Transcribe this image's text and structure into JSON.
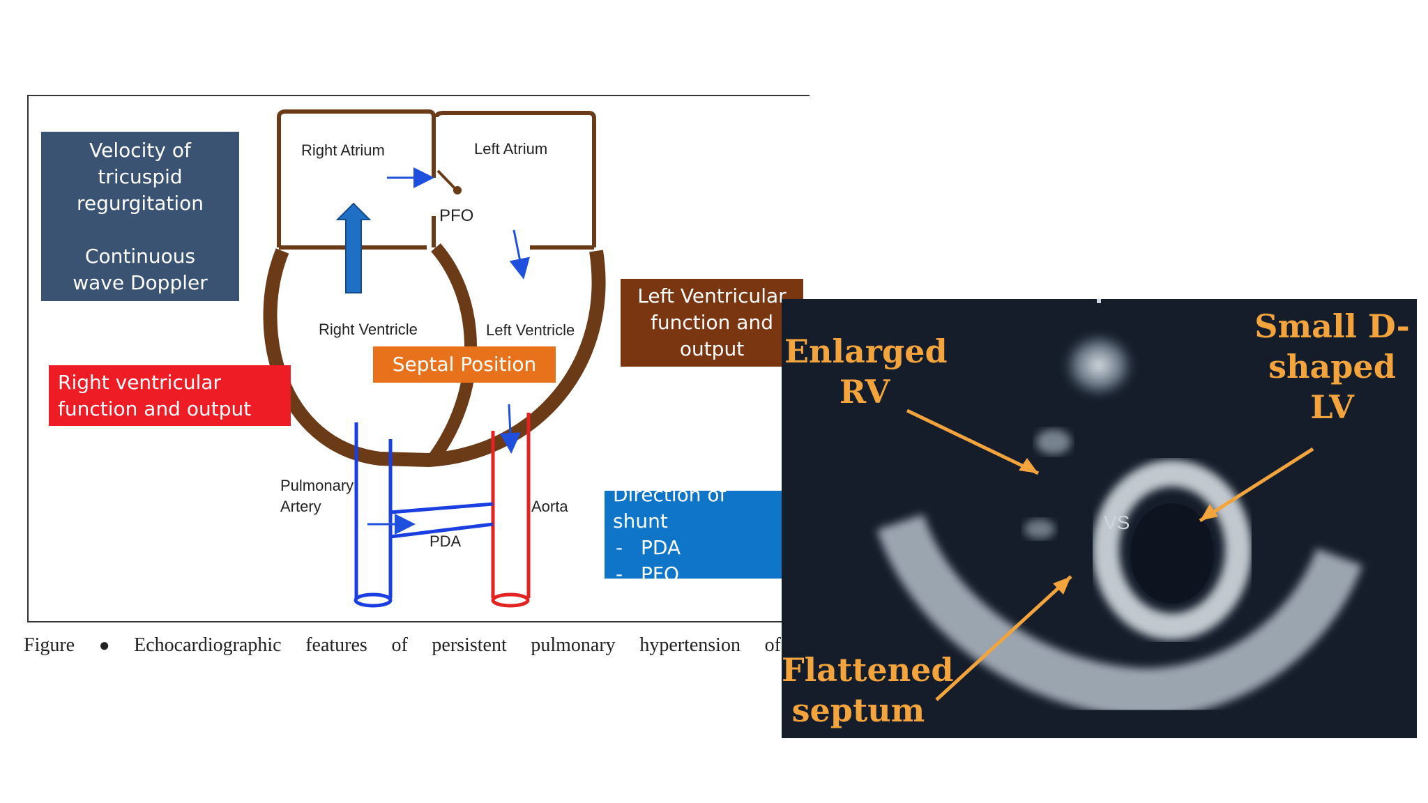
{
  "diagram": {
    "boxes": {
      "tricuspid_line1": "Velocity of tricuspid regurgitation",
      "tricuspid_line2": "Continuous wave Doppler",
      "rv_function": "Right ventricular function and output",
      "septal_position": "Septal Position",
      "lv_function": "Left Ventricular function and output",
      "shunt_title": "Direction of shunt",
      "shunt_items": [
        "PDA",
        "PFO"
      ]
    },
    "labels": {
      "right_atrium": "Right Atrium",
      "left_atrium": "Left Atrium",
      "pfo": "PFO",
      "right_ventricle": "Right Ventricle",
      "left_ventricle": "Left Ventricle",
      "pulmonary_artery": "Pulmonary Artery",
      "aorta": "Aorta",
      "pda": "PDA"
    },
    "colors": {
      "heart_wall": "#6b3a17",
      "pulmonary": "#1a3fe0",
      "aorta": "#e32222",
      "arrow": "#1e4fdd"
    }
  },
  "caption": {
    "figure": "Figure",
    "words": [
      "Echocardiographic",
      "features",
      "of",
      "persistent",
      "pulmonary",
      "hypertension",
      "of"
    ]
  },
  "echo": {
    "annotations": {
      "enlarged_rv": "Enlarged RV",
      "small_lv": "Small D-shaped LV",
      "flattened_septum": "Flattened septum",
      "vs": "VS"
    },
    "colors": {
      "annotation": "#f3a43d",
      "background": "#151d2b"
    }
  }
}
